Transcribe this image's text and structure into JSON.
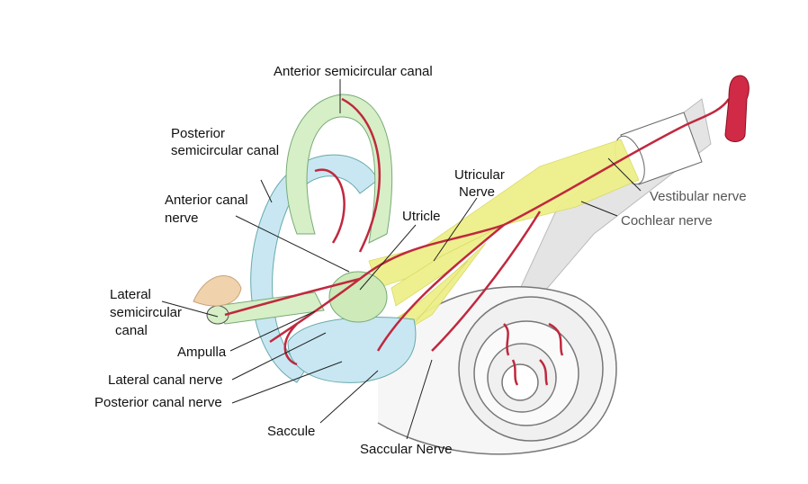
{
  "labels": {
    "anterior_semicircular_canal": [
      "Anterior semicircular canal"
    ],
    "posterior_semicircular_canal": [
      "Posterior",
      "semicircular canal"
    ],
    "anterior_canal_nerve": [
      "Anterior canal",
      "nerve"
    ],
    "utricular_nerve": [
      "Utricular",
      "Nerve"
    ],
    "utricle": [
      "Utricle"
    ],
    "vestibular_nerve": [
      "Vestibular nerve"
    ],
    "cochlear_nerve": [
      "Cochlear nerve"
    ],
    "lateral_semicircular_canal": [
      "Lateral",
      "semicircular",
      "canal"
    ],
    "ampulla": [
      "Ampulla"
    ],
    "lateral_canal_nerve": [
      "Lateral canal nerve"
    ],
    "posterior_canal_nerve": [
      "Posterior canal nerve"
    ],
    "saccule": [
      "Saccule"
    ],
    "saccular_nerve": [
      "Saccular Nerve"
    ]
  },
  "colors": {
    "semicircular_canal_green": "#d6efc6",
    "posterior_canal_blue": "#c9e7f2",
    "nerve_yellow": "#eef08a",
    "vessel_red": "#c0283e",
    "cochlea_gray": "#e4e4e4"
  }
}
